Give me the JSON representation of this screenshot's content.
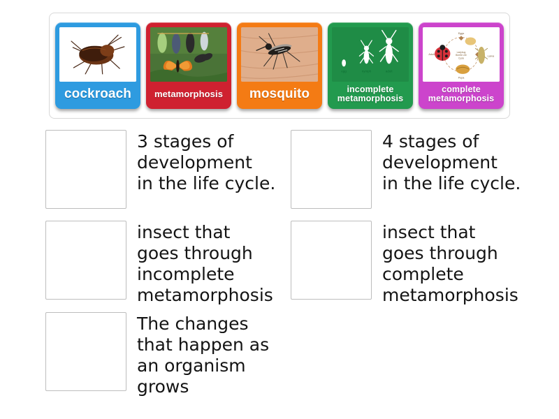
{
  "tray": {
    "cards": [
      {
        "id": "cockroach",
        "label": "cockroach",
        "color": "#2e9be0",
        "label_size": "lbl-lg",
        "image": "cockroach-photo",
        "thumb_bg": "#ffffff"
      },
      {
        "id": "metamorphosis",
        "label": "metamorphosis",
        "color": "#cf2130",
        "label_size": "lbl-md",
        "image": "butterfly-chrysalis-photo",
        "thumb_bg": "#3f6b33"
      },
      {
        "id": "mosquito",
        "label": "mosquito",
        "color": "#f47b14",
        "label_size": "lbl-lg",
        "image": "mosquito-on-skin-photo",
        "thumb_bg": "#e0a884"
      },
      {
        "id": "incomplete-metamorphosis",
        "label": "incomplete\nmetamorphosis",
        "color": "#229a4e",
        "label_size": "lbl-sm",
        "image": "nymph-stages-diagram",
        "thumb_bg": "#1f8c46"
      },
      {
        "id": "complete-metamorphosis",
        "label": "complete\nmetamorphosis",
        "color": "#cc44cc",
        "label_size": "lbl-sm",
        "image": "ladybug-life-cycle-diagram",
        "thumb_bg": "#ffffff"
      }
    ]
  },
  "answers": {
    "left": [
      {
        "id": "left-1",
        "text": "3 stages of\ndevelopment\nin the life cycle."
      },
      {
        "id": "left-2",
        "text": "insect that\ngoes through\nincomplete\nmetamorphosis"
      },
      {
        "id": "left-3",
        "text": "The changes\nthat happen as\nan organism\ngrows"
      }
    ],
    "right": [
      {
        "id": "right-1",
        "text": "4 stages of\ndevelopment\nin the life cycle."
      },
      {
        "id": "right-2",
        "text": "insect that\ngoes through\ncomplete\nmetamorphosis"
      }
    ]
  },
  "layout": {
    "left_tops": [
      8,
      138,
      269
    ],
    "right_tops": [
      8,
      138
    ]
  }
}
